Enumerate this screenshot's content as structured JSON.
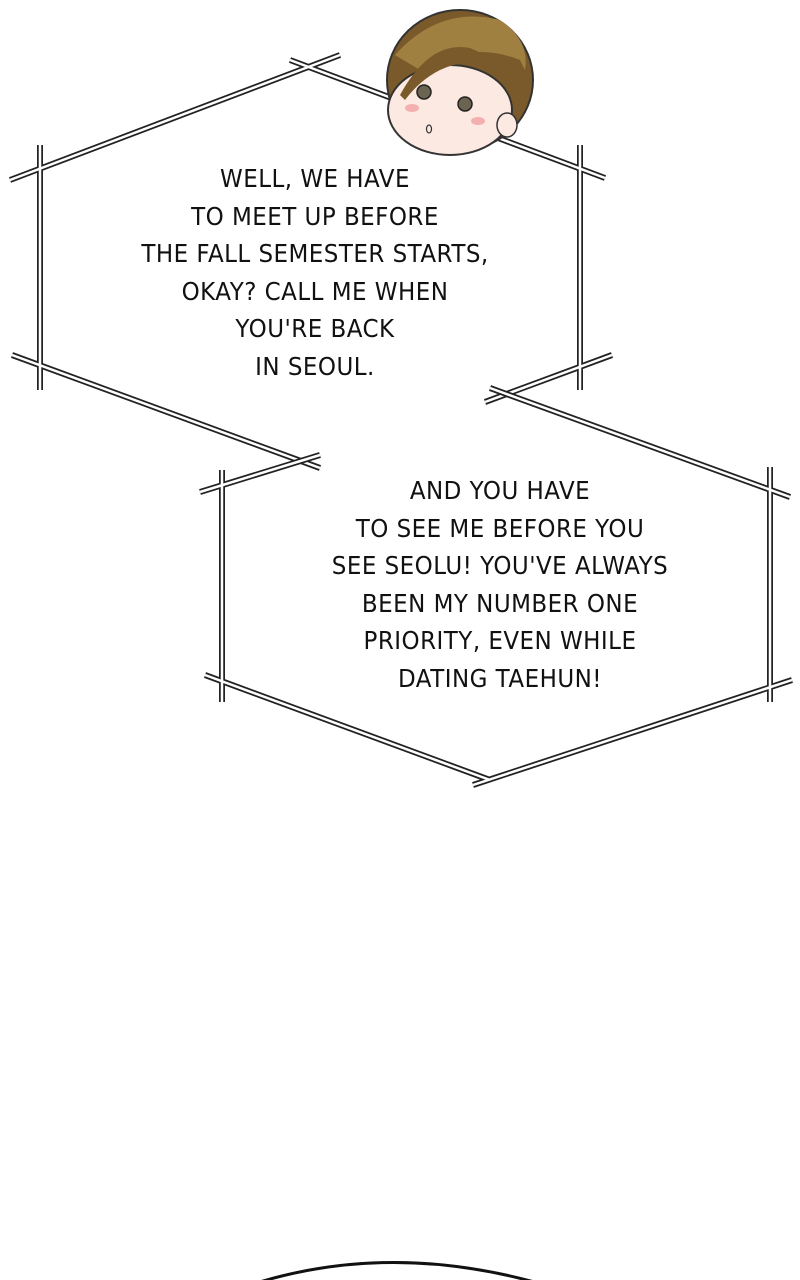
{
  "bubbles": [
    {
      "lines": [
        "Well, we have",
        "to meet up before",
        "the fall semester starts,",
        "okay? Call me when",
        "you're back",
        "in Seoul."
      ]
    },
    {
      "lines": [
        "And you have",
        "to see me before you",
        "see Seolu! You've always",
        "been my number one",
        "priority, even while",
        "dating Taehun!"
      ]
    }
  ],
  "colors": {
    "hair": "#7a5a2a",
    "skin": "#fbe9e2",
    "line": "#222222"
  }
}
